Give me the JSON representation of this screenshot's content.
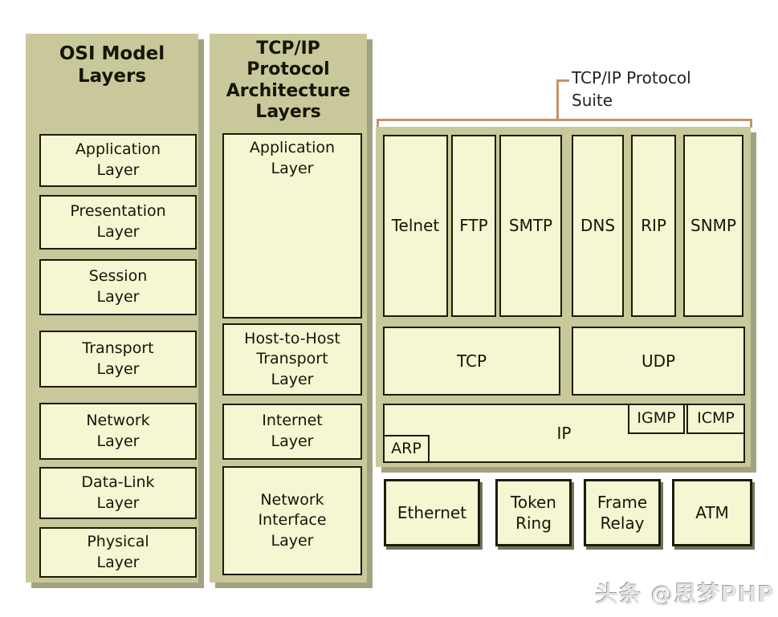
{
  "colors": {
    "panel": "#c8c89a",
    "panel_shadow": "#a2a283",
    "box_fill": "#f5f6d2",
    "box_border": "#1c1c08",
    "bracket": "#c29368"
  },
  "osi": {
    "title": "OSI Model\nLayers",
    "layers": [
      "Application\nLayer",
      "Presentation\nLayer",
      "Session\nLayer",
      "Transport\nLayer",
      "Network\nLayer",
      "Data-Link\nLayer",
      "Physical\nLayer"
    ]
  },
  "tcpip": {
    "title": "TCP/IP\nProtocol\nArchitecture\nLayers",
    "layers": [
      "Application\nLayer",
      "Host-to-Host\nTransport\nLayer",
      "Internet\nLayer",
      "Network\nInterface\nLayer"
    ]
  },
  "suite": {
    "label": "TCP/IP Protocol\nSuite",
    "application_protocols": [
      "Telnet",
      "FTP",
      "SMTP",
      "DNS",
      "RIP",
      "SNMP"
    ],
    "transport_protocols": [
      "TCP",
      "UDP"
    ],
    "internet_protocols": {
      "ip": "IP",
      "igmp": "IGMP",
      "icmp": "ICMP",
      "arp": "ARP"
    },
    "network_interfaces": [
      "Ethernet",
      "Token\nRing",
      "Frame\nRelay",
      "ATM"
    ]
  },
  "watermark": {
    "text": "头条 @思梦PHP"
  }
}
